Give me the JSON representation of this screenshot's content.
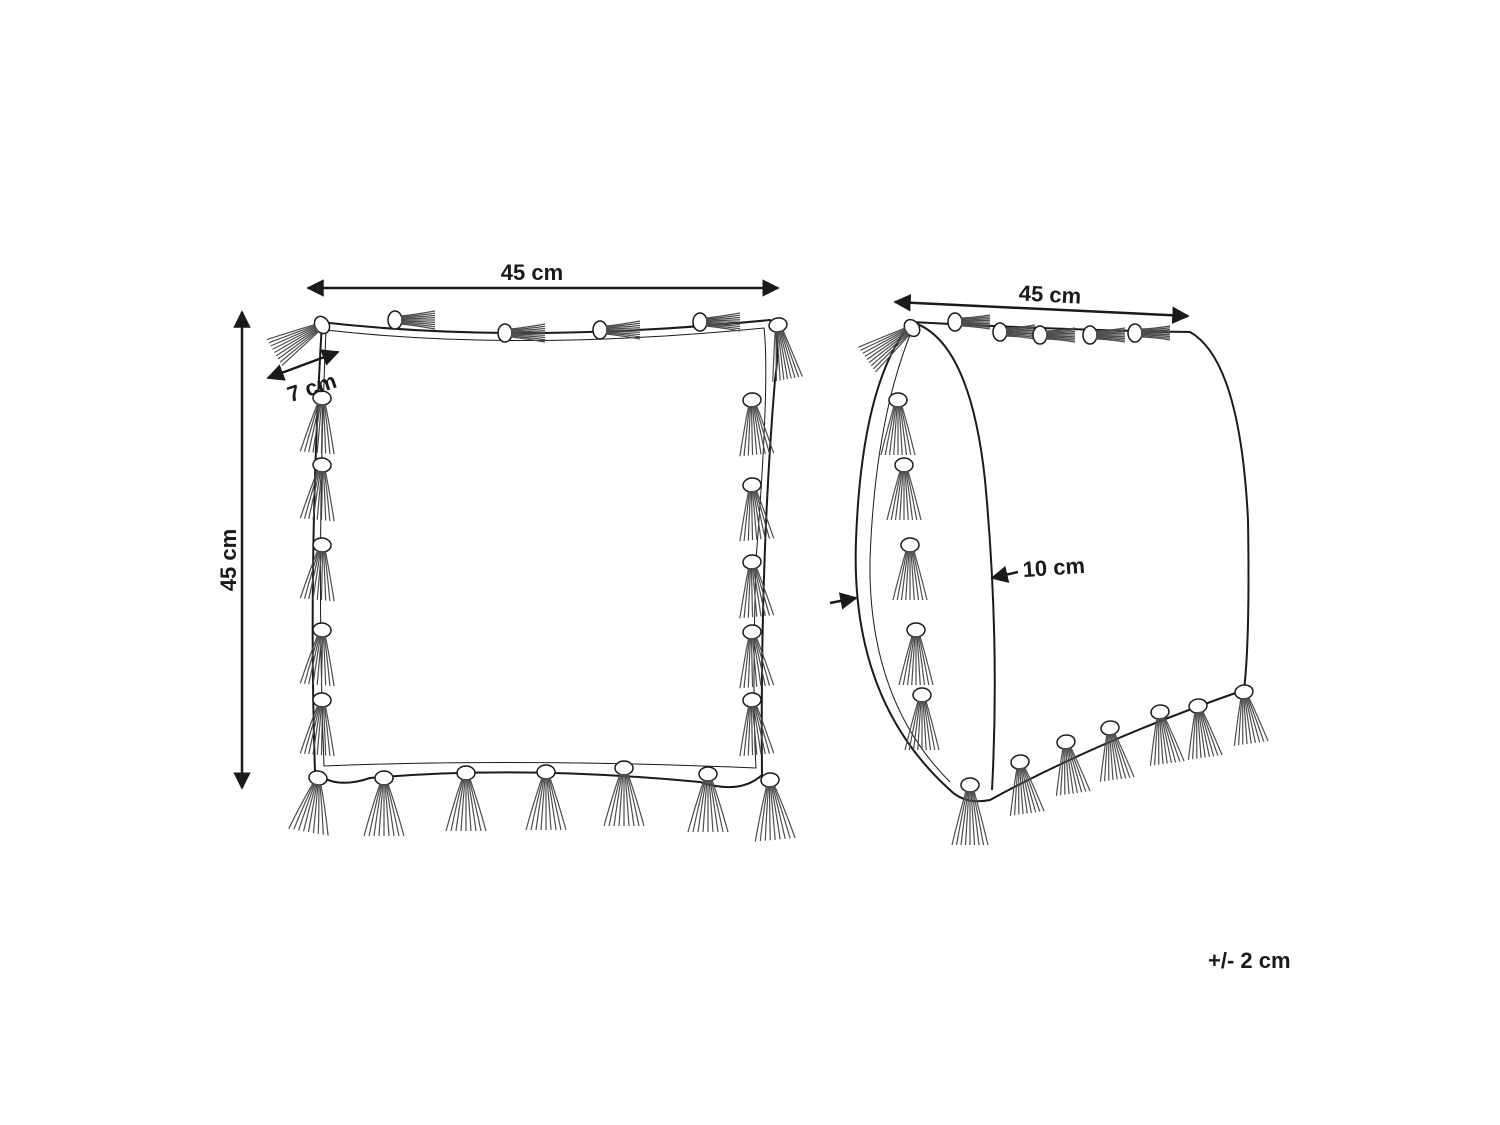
{
  "front_view": {
    "width_label": "45 cm",
    "height_label": "45 cm",
    "tassel_label": "7 cm"
  },
  "side_view": {
    "width_label": "45 cm",
    "depth_label": "10 cm"
  },
  "tolerance": "+/- 2 cm",
  "colors": {
    "line": "#1a1a1a",
    "tassel": "#4d4d4d"
  }
}
